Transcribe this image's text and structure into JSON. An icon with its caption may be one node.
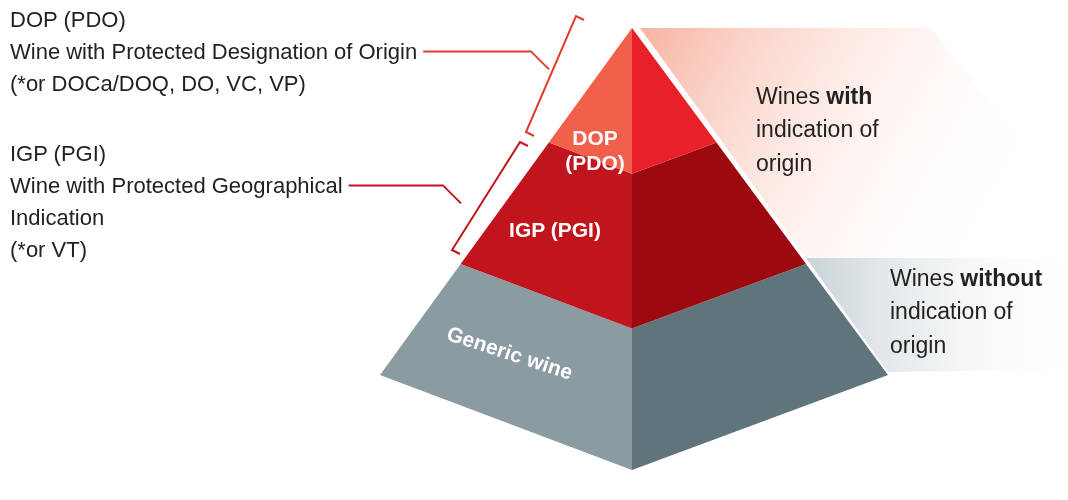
{
  "diagram": {
    "nodes": [
      {
        "text": [
          "DOP (PDO)"
        ]
      },
      {
        "text": [
          "IGP (PGI)"
        ]
      },
      {
        "text": [
          "Generic wine"
        ]
      },
      {
        "text": [
          "DOP (PDO)",
          "Wine with Protected Designation of Origin",
          "(*or DOCa/DOQ, DO, VC, VP)"
        ]
      },
      {
        "text": [
          "IGP (PGI)",
          "Wine with Protected Geographical Indication",
          "(*or VT)"
        ]
      }
    ],
    "edges": [
      {
        "from": 3,
        "to": 0,
        "arrow": "none"
      },
      {
        "from": 4,
        "to": 1,
        "arrow": "none"
      }
    ],
    "labels": [
      "Wines **with** indication of origin",
      "Wines **without** indication of origin"
    ]
  }
}
